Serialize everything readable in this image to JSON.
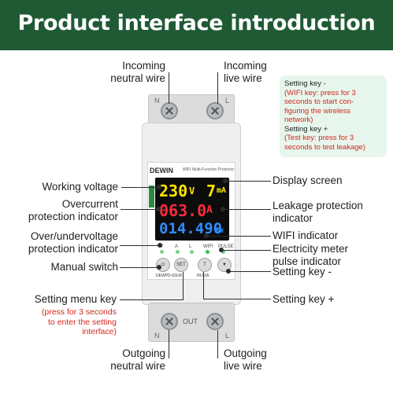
{
  "header": {
    "title": "Product interface introduction"
  },
  "labels": {
    "incoming_neutral": [
      "Incoming",
      "neutral wire"
    ],
    "incoming_live": [
      "Incoming",
      "live wire"
    ],
    "working_voltage": "Working voltage",
    "display_screen": "Display screen",
    "overcurrent": [
      "Overcurrent",
      "protection indicator"
    ],
    "leakage": [
      "Leakage protection",
      "indicator"
    ],
    "over_under": [
      "Over/undervoltage",
      "protection indicator"
    ],
    "wifi_indicator": "WIFI indicator",
    "pulse": [
      "Electricity meter",
      "pulse indicator"
    ],
    "manual_switch": "Manual switch",
    "setting_minus": "Setting key -",
    "setting_menu": "Setting menu key",
    "setting_menu_note": [
      "(press for 3 seconds",
      "to enter the setting",
      "interface)"
    ],
    "setting_plus": "Setting key +",
    "outgoing_neutral": [
      "Outgoing",
      "neutral wire"
    ],
    "outgoing_live": [
      "Outgoing",
      "live wire"
    ]
  },
  "tip_box": {
    "line1": "Setting key -",
    "line2": "(WIFI key: press for 3",
    "line3": "seconds to start con-",
    "line4": "figuring the wireless",
    "line5": "network)",
    "line6": "Setting key +",
    "line7": "(Test key: press for 3",
    "line8": "seconds to test leakage)"
  },
  "device": {
    "brand": "DEWIN",
    "subtitle": "WIFI Multi-Function Protector",
    "model": "DEWPD-63LW",
    "rating": "IN:63A",
    "terminals_top": [
      "N",
      "L"
    ],
    "terminals_bottom": [
      "N",
      "OUT",
      "L"
    ],
    "readings": {
      "voltage": "230",
      "voltage_unit": "V",
      "leakage": "7",
      "leakage_unit": "mA",
      "current": "063.0",
      "current_unit": "A",
      "power": "014.490",
      "power_unit": "KW"
    },
    "indicators": [
      "V",
      "A",
      "L",
      "WIFI",
      "PULSE"
    ],
    "buttons": [
      "SET",
      "T"
    ],
    "colors": {
      "voltage": "#ffe600",
      "current": "#ff2a3d",
      "power": "#2f8cff",
      "led_green": "#32c24a"
    }
  },
  "colors": {
    "banner": "#1f5a35",
    "note_red": "#d1261e",
    "tip_bg": "#e7f6ec"
  }
}
